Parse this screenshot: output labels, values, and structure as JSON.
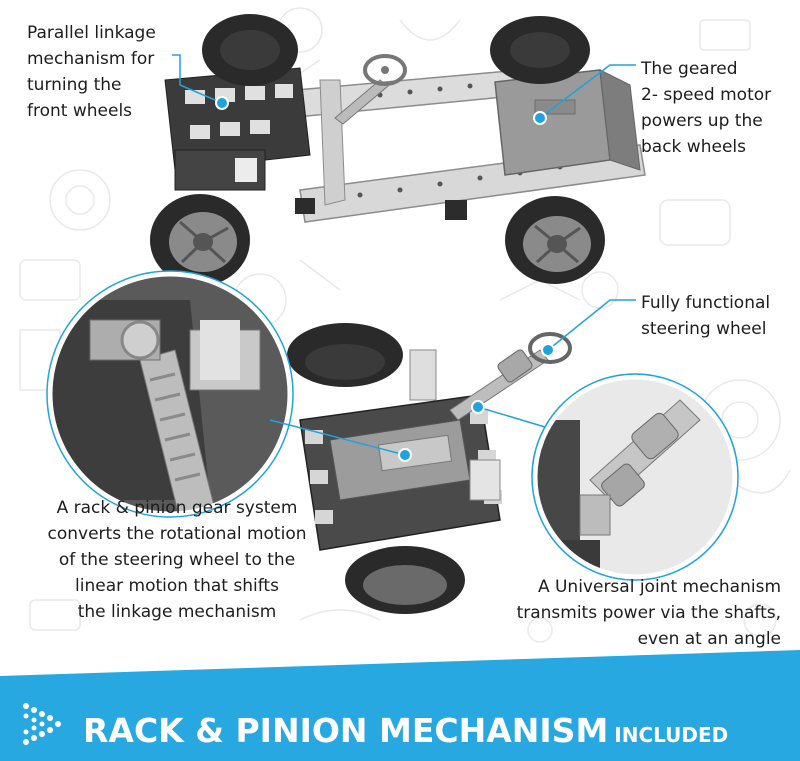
{
  "callouts": {
    "linkage": [
      "Parallel linkage",
      "mechanism for",
      "turning the",
      "front wheels"
    ],
    "motor": [
      "The geared",
      "2- speed motor",
      "powers up the",
      "back wheels"
    ],
    "steering": [
      "Fully functional",
      "steering wheel"
    ],
    "rack": [
      "A rack & pinion gear system",
      "converts the rotational motion",
      "of the steering wheel to the",
      "linear motion that shifts",
      "the linkage mechanism"
    ],
    "ujoint": [
      "A Universal joint mechanism",
      "transmits power via the shafts,",
      "even at an angle"
    ]
  },
  "banner": {
    "title": "RACK & PINION MECHANISM",
    "subtitle": "INCLUDED"
  },
  "colors": {
    "accent": "#27a8e0",
    "leader": "#1fa3dc",
    "tire": "#2a2a2a",
    "frame": "#d9d9d9",
    "block": "#3a3a3a"
  },
  "icons": [
    "chevron-arrow-icon"
  ]
}
